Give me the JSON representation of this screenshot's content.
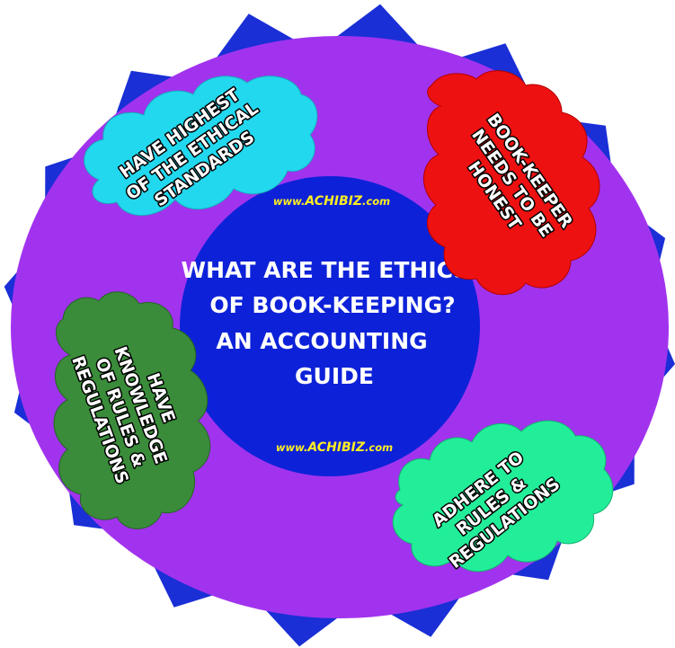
{
  "center": {
    "title_lines": [
      "WHAT ARE THE ETHICS",
      "OF BOOK-KEEPING?",
      "AN ACCOUNTING",
      "GUIDE"
    ],
    "website_top": {
      "prefix": "www.",
      "brand": "ACHIBIZ",
      "suffix": ".com"
    },
    "website_bottom": {
      "prefix": "www.",
      "brand": "ACHIBIZ",
      "suffix": ".com"
    }
  },
  "clouds": [
    {
      "id": "ethical",
      "lines": [
        "HAVE HIGHEST",
        "OF THE ETHICAL",
        "STANDARDS"
      ],
      "color": "#22d8ee"
    },
    {
      "id": "honest",
      "lines": [
        "BOOK-KEEPER",
        "NEEDS TO BE",
        "HONEST"
      ],
      "color": "#ee1111"
    },
    {
      "id": "knowledge",
      "lines": [
        "HAVE",
        "KNOWLEDGE",
        "OF RULES &",
        "REGULATIONS"
      ],
      "color": "#3a8c3a"
    },
    {
      "id": "adhere",
      "lines": [
        "ADHERE TO",
        "RULES &",
        "REGULATIONS"
      ],
      "color": "#22ee99"
    }
  ],
  "colors": {
    "spikes": "#1a2fd6",
    "ring": "#a133ee",
    "center_disc": "#0d22d8",
    "website": "#ffee22"
  }
}
